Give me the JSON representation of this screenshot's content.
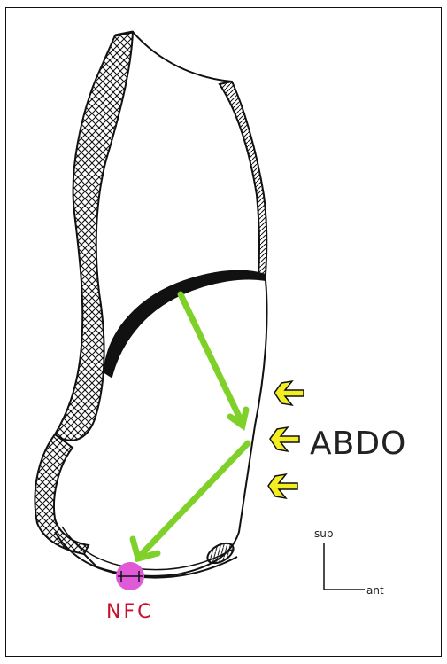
{
  "labels": {
    "abdo": "ABDO",
    "nfc": "NFC",
    "sup": "sup",
    "ant": "ant"
  },
  "colors": {
    "outline": "#111111",
    "green_arrow": "#7fd12a",
    "yellow_arrow": "#f2ee22",
    "nfc_marker": "#e05ad8",
    "nfc_text": "#c8102e"
  },
  "icons": [
    "yellow-arrow-icon",
    "green-arrow-icon"
  ]
}
